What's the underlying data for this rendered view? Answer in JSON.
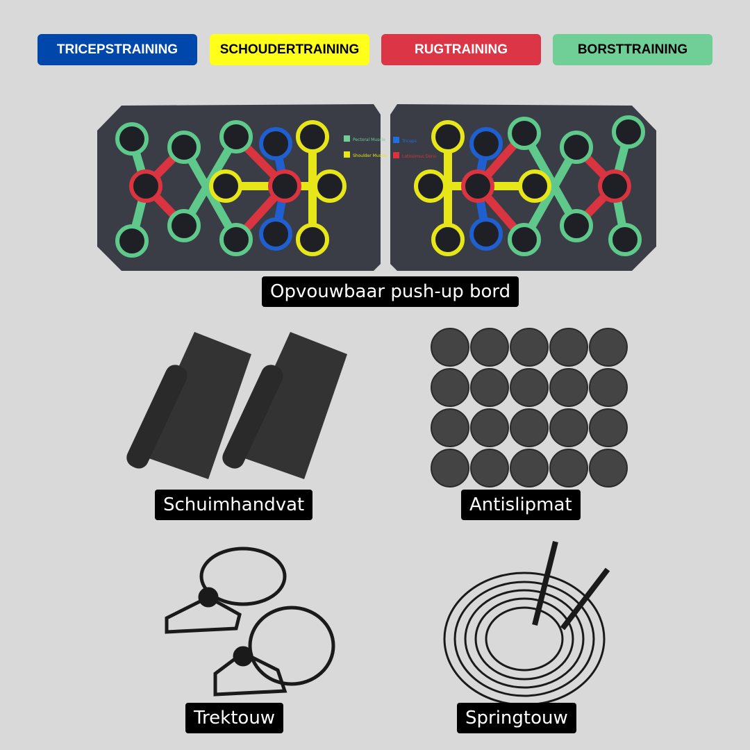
{
  "tags": [
    {
      "label": "TRICEPSTRAINING",
      "bg": "#0047ab",
      "fg": "#ffffff"
    },
    {
      "label": "SCHOUDERTRAINING",
      "bg": "#ffff1a",
      "fg": "#000000"
    },
    {
      "label": "RUGTRAINING",
      "bg": "#dc3545",
      "fg": "#ffffff"
    },
    {
      "label": "BORSTTRAINING",
      "bg": "#6fcf97",
      "fg": "#000000"
    }
  ],
  "board_legend": [
    "Pectoral Muscle",
    "Shoulder Muscle",
    "Triceps",
    "Latissimus Dorsi"
  ],
  "labels": {
    "board": "Opvouwbaar push-up bord",
    "handles": "Schuimhandvat",
    "mat": "Antislipmat",
    "bands": "Trektouw",
    "rope": "Springtouw"
  }
}
